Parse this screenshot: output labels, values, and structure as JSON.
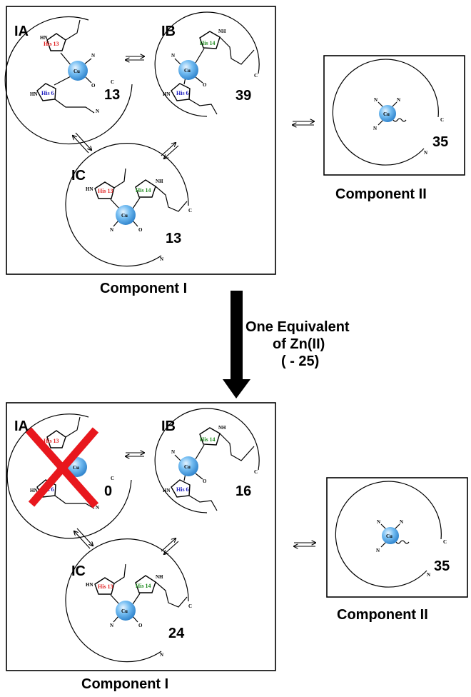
{
  "top": {
    "complexes": [
      {
        "id": "IA",
        "number": "13",
        "his_a": "His 13",
        "his_b": "His 6",
        "his_a_color": "#e02020",
        "his_b_color": "#2020c0"
      },
      {
        "id": "IB",
        "number": "39",
        "his_a": "His 14",
        "his_b": "His 6",
        "his_a_color": "#1e8a1e",
        "his_b_color": "#2020c0"
      },
      {
        "id": "IC",
        "number": "13",
        "his_a": "His 13",
        "his_b": "His 14",
        "his_a_color": "#e02020",
        "his_b_color": "#1e8a1e"
      }
    ],
    "component_ii_number": "35",
    "component_i_label": "Component I",
    "component_ii_label": "Component II"
  },
  "arrow": {
    "line1": "One Equivalent",
    "line2": "of Zn(II)",
    "line3": "( - 25)"
  },
  "bottom": {
    "complexes": [
      {
        "id": "IA",
        "number": "0",
        "his_a": "His 13",
        "his_b": "His 6",
        "his_a_color": "#e02020",
        "his_b_color": "#2020c0",
        "crossed_out": true
      },
      {
        "id": "IB",
        "number": "16",
        "his_a": "His 14",
        "his_b": "His 6",
        "his_a_color": "#1e8a1e",
        "his_b_color": "#2020c0"
      },
      {
        "id": "IC",
        "number": "24",
        "his_a": "His 13",
        "his_b": "His 14",
        "his_a_color": "#e02020",
        "his_b_color": "#1e8a1e"
      }
    ],
    "component_ii_number": "35",
    "component_i_label": "Component I",
    "component_ii_label": "Component II"
  },
  "atoms": {
    "metal": "Cu",
    "nitrogen": "N",
    "oxygen": "O",
    "carbon_terminus": "C",
    "imidazole_nh": "HN",
    "imidazole_nh_alt": "NH"
  },
  "colors": {
    "cu_sphere": "#4aa3e6",
    "cross": "#e8171d",
    "frame": "#000000"
  }
}
